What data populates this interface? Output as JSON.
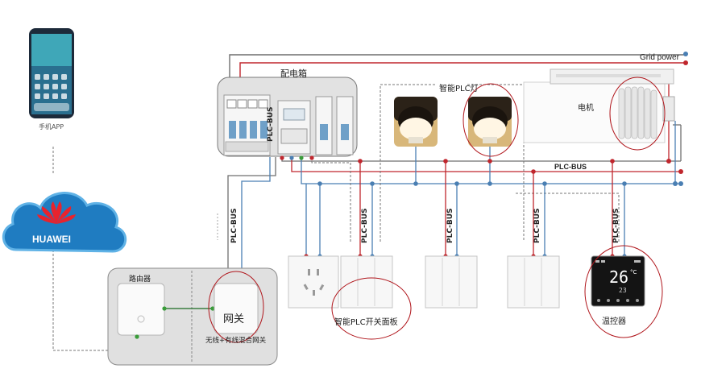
{
  "phone": {
    "caption": "手机APP",
    "icon": "smartphone-icon"
  },
  "cloud": {
    "brand": "HUAWEI",
    "icon": "huawei-cloud-icon"
  },
  "distribution_box": {
    "title": "配电箱",
    "bus_label": "PLC-BUS"
  },
  "grid": {
    "label": "Grid power"
  },
  "lamp": {
    "title": "智能PLC灯",
    "icon": "light-bulb-icon"
  },
  "motor": {
    "title": "电机",
    "icon": "curtain-motor-icon"
  },
  "main_bus": {
    "label": "PLC-BUS"
  },
  "drops": [
    {
      "label": "PLC-BUS"
    },
    {
      "label": "PLC-BUS"
    },
    {
      "label": "PLC-BUS"
    },
    {
      "label": "PLC-BUS"
    },
    {
      "label": "PLC-BUS"
    }
  ],
  "router_panel": {
    "title": "路由器",
    "gateway_label": "网关",
    "hybrid_label": "无线+有线混合网关"
  },
  "switch_panel": {
    "caption": "智能PLC开关面板"
  },
  "thermostat": {
    "caption": "温控器",
    "temp": "26",
    "temp_unit": "°C",
    "sub": "23"
  },
  "colors": {
    "bus_red": "#c0262d",
    "bus_blue": "#4a7fb3",
    "bus_gray": "#6f6f6f",
    "highlight": "#b0161c",
    "green_dot": "#3a9c3a"
  }
}
